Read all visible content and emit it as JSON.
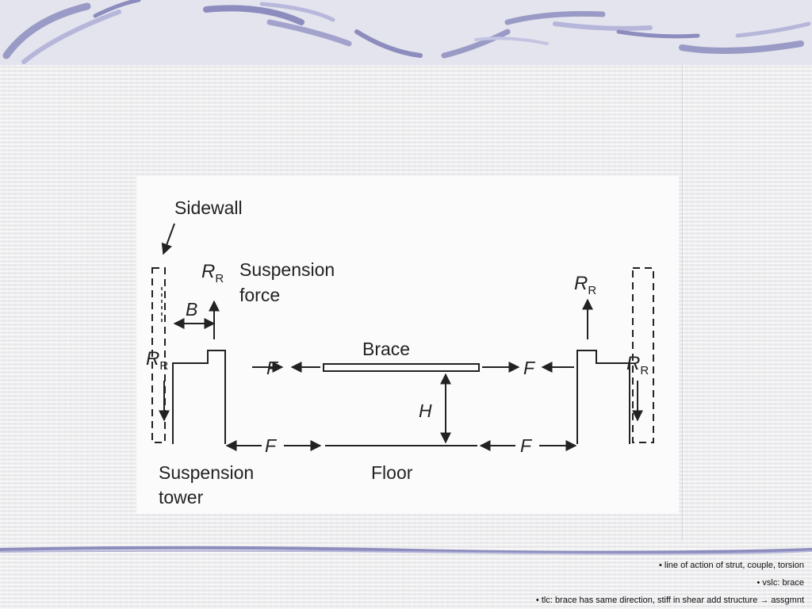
{
  "diagram": {
    "labels": {
      "sidewall": "Sidewall",
      "r_symbol": "R",
      "r_subscript": "R",
      "suspension_force_line1": "Suspension",
      "suspension_force_line2": "force",
      "b_symbol": "B",
      "f_symbol": "F",
      "brace": "Brace",
      "h_symbol": "H",
      "suspension_tower_line1": "Suspension",
      "suspension_tower_line2": "tower",
      "floor": "Floor"
    }
  },
  "notes": [
    "• line of action of strut, couple, torsion",
    "• vslc: brace",
    "• tlc: brace has same direction, stiff in shear add structure → assgmnt"
  ],
  "colors": {
    "swoosh": "#8c8cbe",
    "swoosh_light": "#b4b4d8",
    "ink": "#222222",
    "paper": "#ececee"
  }
}
